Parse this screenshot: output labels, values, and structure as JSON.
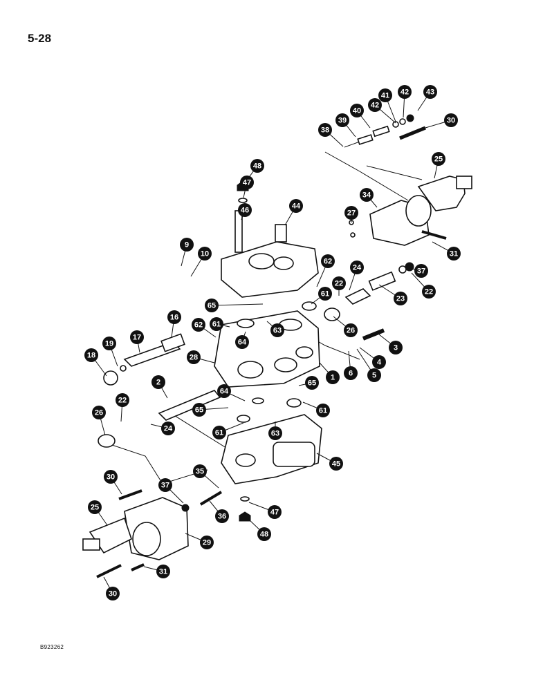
{
  "page": {
    "number": "5-28",
    "code": "B923262"
  },
  "callouts": [
    {
      "label": "43"
    },
    {
      "label": "42"
    },
    {
      "label": "41"
    },
    {
      "label": "42"
    },
    {
      "label": "40"
    },
    {
      "label": "39"
    },
    {
      "label": "38"
    },
    {
      "label": "30"
    },
    {
      "label": "25"
    },
    {
      "label": "48"
    },
    {
      "label": "47"
    },
    {
      "label": "46"
    },
    {
      "label": "44"
    },
    {
      "label": "34"
    },
    {
      "label": "27"
    },
    {
      "label": "31"
    },
    {
      "label": "9"
    },
    {
      "label": "10"
    },
    {
      "label": "62"
    },
    {
      "label": "24"
    },
    {
      "label": "37"
    },
    {
      "label": "22"
    },
    {
      "label": "22"
    },
    {
      "label": "23"
    },
    {
      "label": "61"
    },
    {
      "label": "65"
    },
    {
      "label": "26"
    },
    {
      "label": "3"
    },
    {
      "label": "62"
    },
    {
      "label": "61"
    },
    {
      "label": "64"
    },
    {
      "label": "63"
    },
    {
      "label": "16"
    },
    {
      "label": "17"
    },
    {
      "label": "19"
    },
    {
      "label": "18"
    },
    {
      "label": "28"
    },
    {
      "label": "4"
    },
    {
      "label": "5"
    },
    {
      "label": "6"
    },
    {
      "label": "1"
    },
    {
      "label": "2"
    },
    {
      "label": "65"
    },
    {
      "label": "64"
    },
    {
      "label": "65"
    },
    {
      "label": "61"
    },
    {
      "label": "61"
    },
    {
      "label": "63"
    },
    {
      "label": "26"
    },
    {
      "label": "22"
    },
    {
      "label": "24"
    },
    {
      "label": "45"
    },
    {
      "label": "30"
    },
    {
      "label": "35"
    },
    {
      "label": "37"
    },
    {
      "label": "36"
    },
    {
      "label": "25"
    },
    {
      "label": "29"
    },
    {
      "label": "47"
    },
    {
      "label": "48"
    },
    {
      "label": "31"
    },
    {
      "label": "30"
    }
  ]
}
